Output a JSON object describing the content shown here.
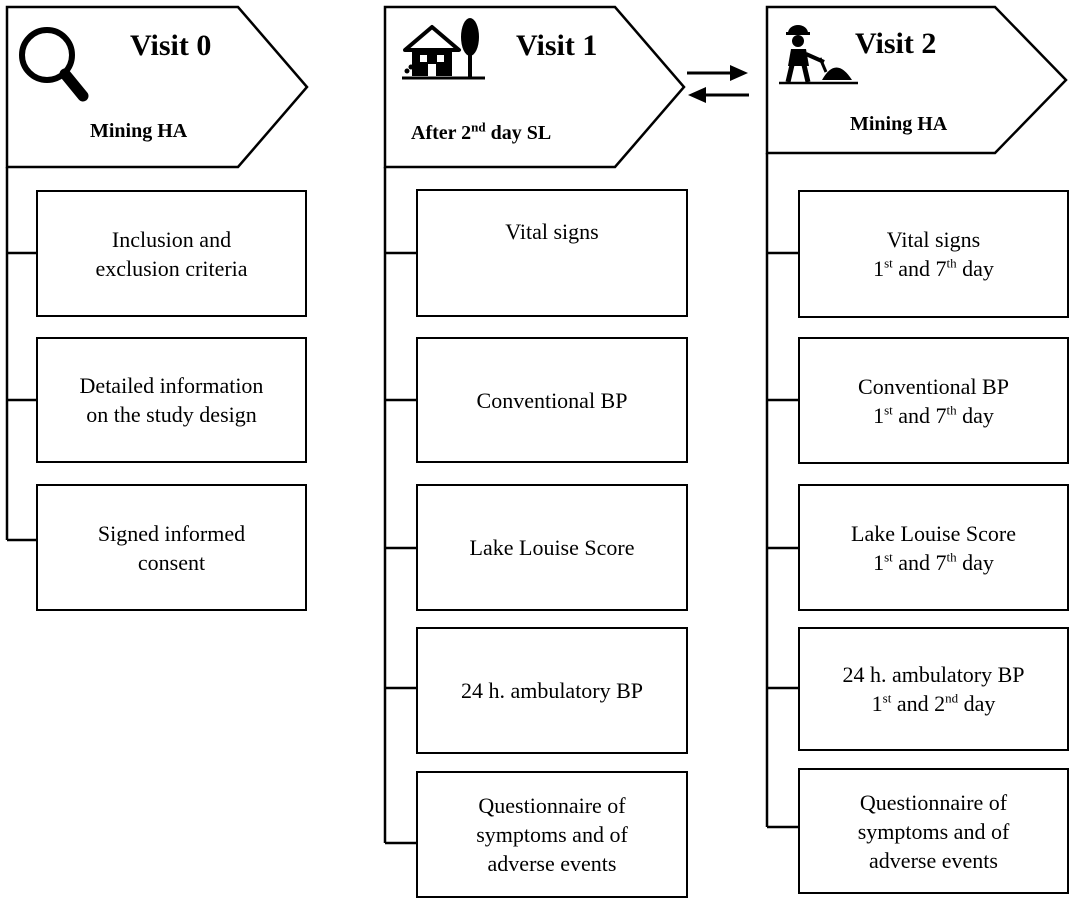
{
  "visits": [
    {
      "title": "Visit 0",
      "subtitle": "Mining HA",
      "icon": "magnifier-icon",
      "items": [
        {
          "lines": [
            "Inclusion and",
            "exclusion criteria"
          ]
        },
        {
          "lines": [
            "Detailed information",
            "on the study design"
          ]
        },
        {
          "lines": [
            "Signed informed",
            "consent"
          ]
        }
      ]
    },
    {
      "title": "Visit 1",
      "subtitle_main": "After 2",
      "subtitle_sup": "nd",
      "subtitle_tail": " day SL",
      "icon": "house-tree-icon",
      "items": [
        {
          "lines": [
            "Vital signs"
          ]
        },
        {
          "lines": [
            "Conventional BP"
          ]
        },
        {
          "lines": [
            "Lake Louise Score"
          ]
        },
        {
          "lines": [
            "24 h. ambulatory BP"
          ]
        },
        {
          "lines": [
            "Questionnaire of",
            "symptoms and of",
            "adverse events"
          ]
        }
      ]
    },
    {
      "title": "Visit 2",
      "subtitle": "Mining HA",
      "icon": "miner-icon",
      "items": [
        {
          "name": "Vital signs",
          "d1": "1",
          "s1": "st",
          "mid": " and 7",
          "s2": "th",
          "tail": " day"
        },
        {
          "name": "Conventional BP",
          "d1": "1",
          "s1": "st",
          "mid": " and 7",
          "s2": "th",
          "tail": " day"
        },
        {
          "name": "Lake Louise Score",
          "d1": "1",
          "s1": "st",
          "mid": " and 7",
          "s2": "th",
          "tail": " day"
        },
        {
          "name": "24 h. ambulatory BP",
          "d1": "1",
          "s1": "st",
          "mid": " and 2",
          "s2": "nd",
          "tail": " day"
        },
        {
          "lines": [
            "Questionnaire of",
            "symptoms and of",
            "adverse events"
          ]
        }
      ]
    }
  ],
  "arrows": {
    "icon": "bidirectional-arrows-icon"
  }
}
